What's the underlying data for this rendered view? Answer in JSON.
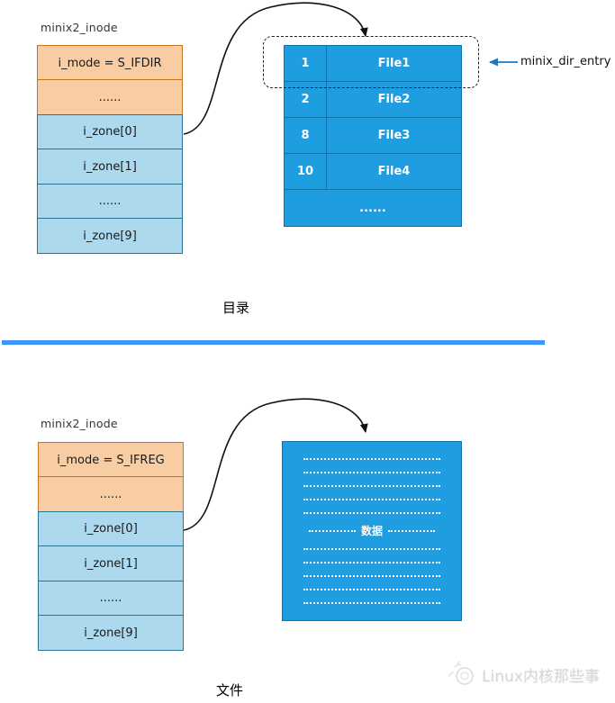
{
  "colors": {
    "inode_mode_fill": "#F9CDA3",
    "inode_mode_border": "#C8741F",
    "inode_zone_fill": "#ACD9EE",
    "inode_zone_border": "#2F7393",
    "dir_table_fill": "#1E9DE0",
    "dir_table_border": "#1173AE",
    "divider_blue": "#3B97F3",
    "entry_arrow_blue": "#1F75BB"
  },
  "top": {
    "struct_label": "minix2_inode",
    "inode_rows": [
      "i_mode = S_IFDIR",
      "......",
      "i_zone[0]",
      "i_zone[1]",
      "......",
      "i_zone[9]"
    ],
    "dir_entries": [
      {
        "inode": "1",
        "name": "File1"
      },
      {
        "inode": "2",
        "name": "File2"
      },
      {
        "inode": "8",
        "name": "File3"
      },
      {
        "inode": "10",
        "name": "File4"
      }
    ],
    "dir_more": "......",
    "entry_label": "minix_dir_entry",
    "caption": "目录"
  },
  "bottom": {
    "struct_label": "minix2_inode",
    "inode_rows": [
      "i_mode = S_IFREG",
      "......",
      "i_zone[0]",
      "i_zone[1]",
      "......",
      "i_zone[9]"
    ],
    "data_label": "数据",
    "caption": "文件"
  },
  "watermark": {
    "text": "Linux内核那些事"
  }
}
